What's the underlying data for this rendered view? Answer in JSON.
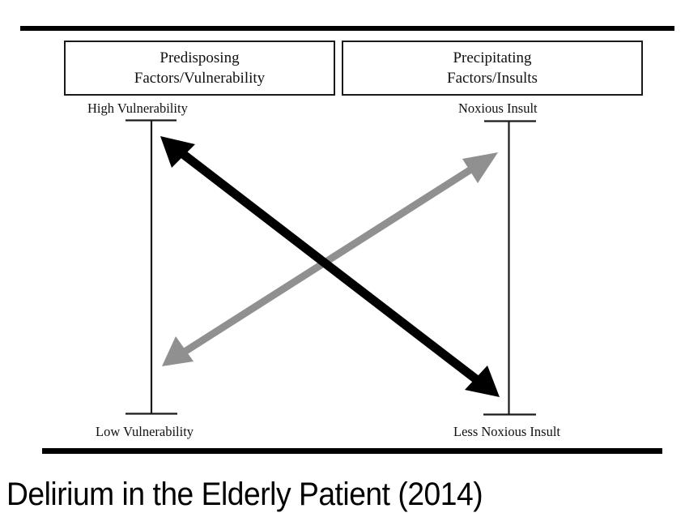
{
  "figure": {
    "boxes": {
      "left": {
        "line1": "Predisposing",
        "line2": "Factors/Vulnerability"
      },
      "right": {
        "line1": "Precipitating",
        "line2": "Factors/Insults"
      }
    },
    "scales": {
      "left": {
        "top_label": "High Vulnerability",
        "bottom_label": "Low Vulnerability"
      },
      "right": {
        "top_label": "Noxious Insult",
        "bottom_label": "Less Noxious Insult"
      }
    },
    "arrows": [
      {
        "name": "black-arrow",
        "from": "High Vulnerability",
        "to": "Less Noxious Insult",
        "color": "#000000",
        "bidirectional": true
      },
      {
        "name": "gray-arrow",
        "from": "Low Vulnerability",
        "to": "Noxious Insult",
        "color": "#8c8c8c",
        "bidirectional": true
      }
    ]
  },
  "caption": "Delirium in the Elderly Patient (2014)",
  "colors": {
    "rule": "#000000",
    "black_arrow": "#000000",
    "gray_arrow": "#8c8c8c"
  }
}
